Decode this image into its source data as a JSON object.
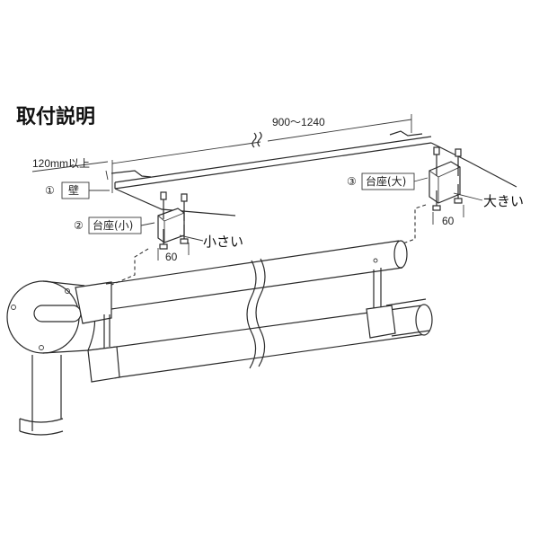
{
  "title": "取付説明",
  "dimensions": {
    "span": "900～1240",
    "clearance": "120mm以上",
    "bracket_small_width": "60",
    "bracket_large_width": "60"
  },
  "labels": {
    "wall": {
      "num": "①",
      "text": "壁"
    },
    "base_small": {
      "num": "②",
      "text": "台座(小)"
    },
    "base_large": {
      "num": "③",
      "text": "台座(大)"
    }
  },
  "callouts": {
    "small": "小さい",
    "large": "大きい"
  }
}
